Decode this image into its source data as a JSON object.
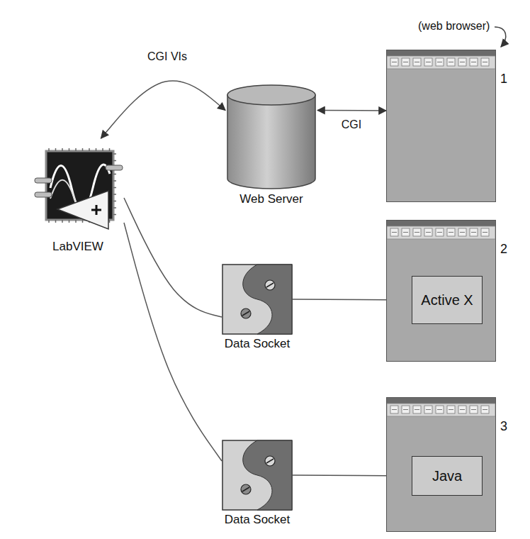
{
  "diagram": {
    "nodes": [
      {
        "text": [
          "1"
        ]
      },
      {
        "text": [
          "Web Server"
        ]
      },
      {
        "text": [
          "LabVIEW"
        ]
      },
      {
        "text": [
          "2"
        ]
      },
      {
        "text": [
          "Active X"
        ],
        "in": 3
      },
      {
        "text": [
          "Data Socket"
        ]
      },
      {
        "text": [
          "3"
        ]
      },
      {
        "text": [
          "Java"
        ],
        "in": 6
      },
      {
        "text": [
          "Data Socket"
        ]
      }
    ],
    "edges": [
      {
        "from": 0,
        "to": 1,
        "label": "CGI",
        "arrow": "both"
      },
      {
        "from": 1,
        "to": 2,
        "label": "CGI VIs",
        "arrow": "both"
      },
      {
        "from": 4,
        "to": 5,
        "arrow": "none"
      },
      {
        "from": 5,
        "to": 2,
        "arrow": "none"
      },
      {
        "from": 7,
        "to": 8,
        "arrow": "none"
      },
      {
        "from": 8,
        "to": 2,
        "arrow": "none"
      }
    ],
    "labels": [
      "(web browser)"
    ]
  }
}
